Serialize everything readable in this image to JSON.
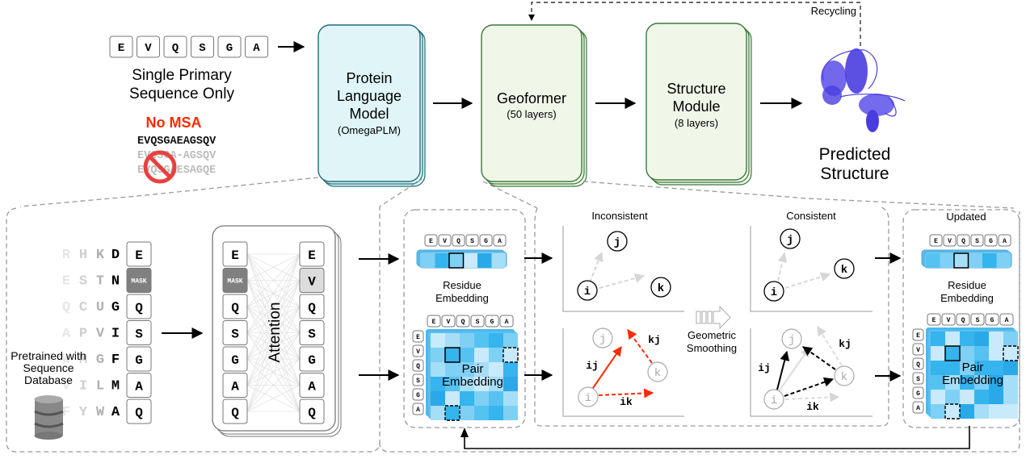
{
  "input": {
    "sequence": [
      "E",
      "V",
      "Q",
      "S",
      "G",
      "A"
    ],
    "label_line1": "Single Primary",
    "label_line2": "Sequence Only",
    "no_msa_label": "No MSA",
    "msa_rows": [
      "EVQSGAEAGSQV",
      "EVQSGA-AGSQV",
      "EVQSGAESAGQE"
    ],
    "prohibited_icon": "no-entry-icon"
  },
  "plm": {
    "line1": "Protein",
    "line2": "Language",
    "line3": "Model",
    "sub": "(OmegaPLM)"
  },
  "geoformer": {
    "title": "Geoformer",
    "sub": "(50 layers)"
  },
  "structure_module": {
    "line1": "Structure",
    "line2": "Module",
    "sub": "(8 layers)"
  },
  "output": {
    "line1": "Predicted",
    "line2": "Structure",
    "icon": "protein-structure-icon"
  },
  "recycling_label": "Recycling",
  "pretraining": {
    "rows": [
      {
        "faded": [
          "R",
          "H",
          "K"
        ],
        "dark": "D",
        "token": "E"
      },
      {
        "faded": [
          "E",
          "S",
          "T"
        ],
        "dark": "N",
        "token": "MASK"
      },
      {
        "faded": [
          "Q",
          "C",
          "U"
        ],
        "dark": "G",
        "token": "Q"
      },
      {
        "faded": [
          "A",
          "P",
          "V"
        ],
        "dark": "I",
        "token": "S"
      },
      {
        "faded": [
          "W",
          "M",
          "G"
        ],
        "dark": "F",
        "token": "G"
      },
      {
        "faded": [
          "V",
          "I",
          "L"
        ],
        "dark": "M",
        "token": "A"
      },
      {
        "faded": [
          "F",
          "Y",
          "W"
        ],
        "dark": "A",
        "token": "Q"
      }
    ],
    "db_line1": "Pretrained with",
    "db_line2": "Sequence",
    "db_line3": "Database",
    "db_icon": "database-icon"
  },
  "attention": {
    "label": "Attention",
    "left_tokens": [
      "E",
      "MASK",
      "Q",
      "S",
      "G",
      "A",
      "Q"
    ],
    "right_tokens": [
      "E",
      "V",
      "Q",
      "S",
      "G",
      "A",
      "Q"
    ],
    "highlight_right_index": 1
  },
  "embeddings": {
    "seq": [
      "E",
      "V",
      "Q",
      "S",
      "G",
      "A"
    ],
    "residue_label_1": "Residue",
    "residue_label_2": "Embedding",
    "pair_label_1": "Pair",
    "pair_label_2": "Embedding",
    "updated_label": "Updated"
  },
  "smoothing": {
    "inconsistent_label": "Inconsistent",
    "consistent_label": "Consistent",
    "smoothing_line1": "Geometric",
    "smoothing_line2": "Smoothing",
    "node_i": "i",
    "node_j": "j",
    "node_k": "k",
    "edge_ij": "ij",
    "edge_ik": "ik",
    "edge_kj": "kj"
  },
  "colors": {
    "plm_fill": "#e0f5f8",
    "plm_stroke": "#1e6e78",
    "geo_fill": "#f0f6e8",
    "geo_stroke": "#3a7a3a",
    "no_msa": "#ff2a00",
    "prohibit": "#e84040",
    "protein": "#4a3de0",
    "inconsistent_edge": "#ff2a00",
    "mask_fill": "#808080",
    "dash": "#9a9a9a"
  }
}
